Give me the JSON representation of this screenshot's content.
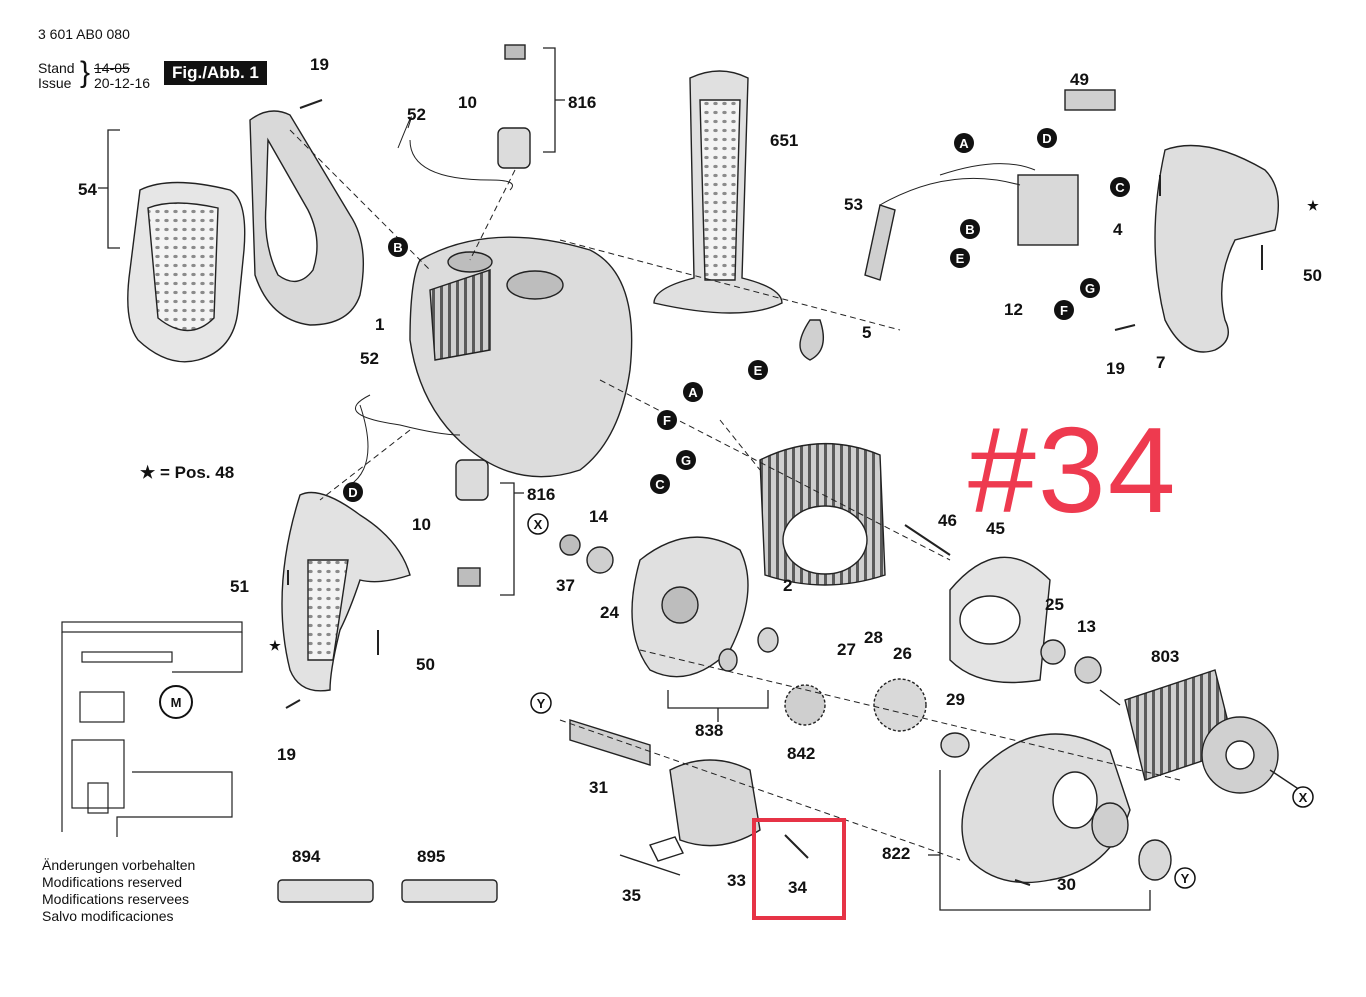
{
  "header": {
    "doc_number": "3 601 AB0 080",
    "stand_label": "Stand",
    "issue_label": "Issue",
    "stand_date": "14-05",
    "issue_date": "20-12-16",
    "figure_tag": "Fig./Abb. 1"
  },
  "legend": "★ = Pos. 48",
  "notes": [
    "Änderungen vorbehalten",
    "Modifications reserved",
    "Modifications reservees",
    "Salvo modificaciones"
  ],
  "highlight": {
    "label": "#34",
    "part": "34",
    "color": "#ee3a4f"
  },
  "callouts": {
    "p19a": "19",
    "p52a": "52",
    "p10a": "10",
    "p816a": "816",
    "p651": "651",
    "p49": "49",
    "p54": "54",
    "p53": "53",
    "p4": "4",
    "p50a": "50",
    "p1": "1",
    "p12": "12",
    "p5": "5",
    "p19b": "19",
    "p7": "7",
    "p52b": "52",
    "p816b": "816",
    "p10b": "10",
    "p46": "46",
    "p45": "45",
    "p14": "14",
    "p37": "37",
    "p24": "24",
    "p2": "2",
    "p51": "51",
    "p50b": "50",
    "p25": "25",
    "p13": "13",
    "p803": "803",
    "p27": "27",
    "p28": "28",
    "p26": "26",
    "p838": "838",
    "p29": "29",
    "p842": "842",
    "p19c": "19",
    "p31": "31",
    "p822": "822",
    "p894": "894",
    "p895": "895",
    "p35": "35",
    "p33": "33",
    "p34": "34",
    "p30": "30"
  },
  "markers": [
    "A",
    "B",
    "C",
    "D",
    "E",
    "F",
    "G",
    "X",
    "Y"
  ],
  "diagram_icons": [
    "motor-icon"
  ],
  "motor_symbol": "M"
}
